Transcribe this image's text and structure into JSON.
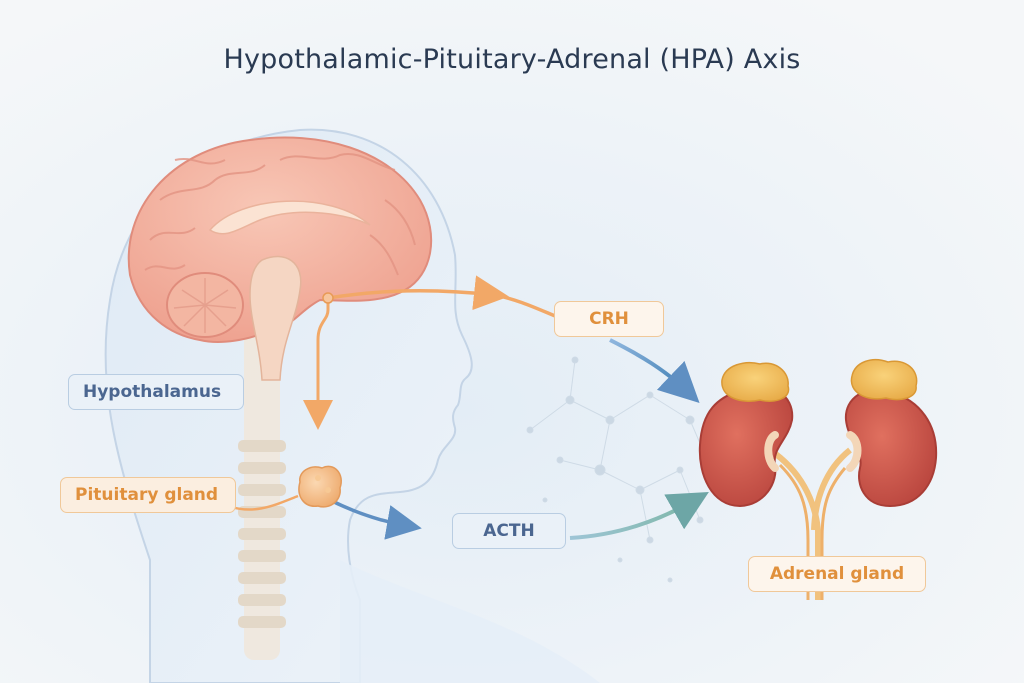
{
  "title": "Hypothalamic-Pituitary-Adrenal (HPA) Axis",
  "labels": {
    "hypothalamus": "Hypothalamus",
    "pituitary": "Pituitary gland",
    "crh": "CRH",
    "acth": "ACTH",
    "adrenal": "Adrenal gland"
  },
  "colors": {
    "orange_arrow": "#f2a867",
    "blue_arrow": "#5f8fc2",
    "teal_arrow": "#7fb7a8",
    "kidney": "#c9504a",
    "adrenal": "#f3c25e",
    "brain": "#f4b0a0"
  }
}
